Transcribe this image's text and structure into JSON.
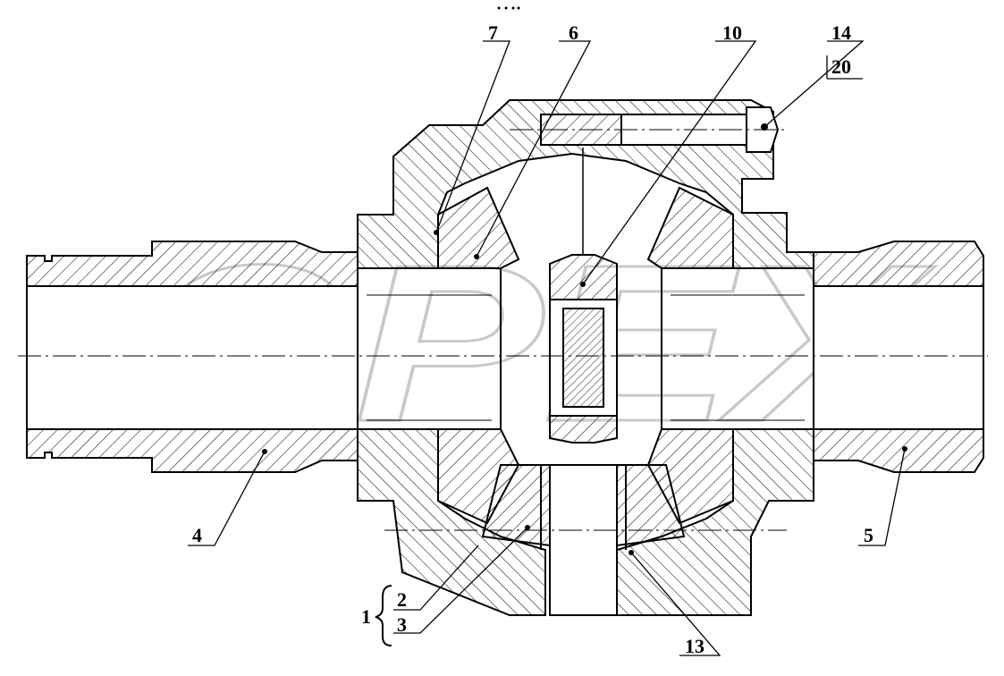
{
  "watermark": "OPEX",
  "callouts": {
    "c1": "1",
    "c2": "2",
    "c3": "3",
    "c4": "4",
    "c5": "5",
    "c6": "6",
    "c7": "7",
    "c10": "10",
    "c13": "13",
    "c14": "14",
    "c20": "20"
  },
  "colors": {
    "line": "#000000",
    "hatch": "#000000",
    "watermark": "#c9c9c9",
    "background": "#ffffff"
  }
}
